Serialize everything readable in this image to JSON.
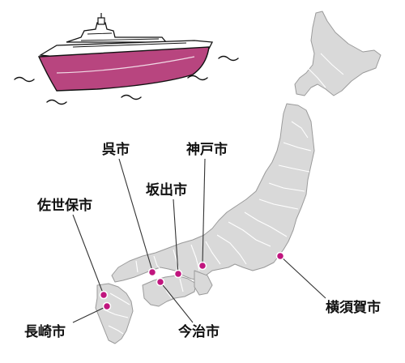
{
  "accent_color": "#c0157e",
  "ship_color": "#b8457f",
  "land_color": "#d9d9d9",
  "icons": [
    "ship-illustration",
    "japan-map"
  ],
  "cities": [
    {
      "id": "kure",
      "label": "呉市"
    },
    {
      "id": "kobe",
      "label": "神戸市"
    },
    {
      "id": "sakaide",
      "label": "坂出市"
    },
    {
      "id": "sasebo",
      "label": "佐世保市"
    },
    {
      "id": "nagasaki",
      "label": "長崎市"
    },
    {
      "id": "imabari",
      "label": "今治市"
    },
    {
      "id": "yokosuka",
      "label": "横須賀市"
    }
  ]
}
